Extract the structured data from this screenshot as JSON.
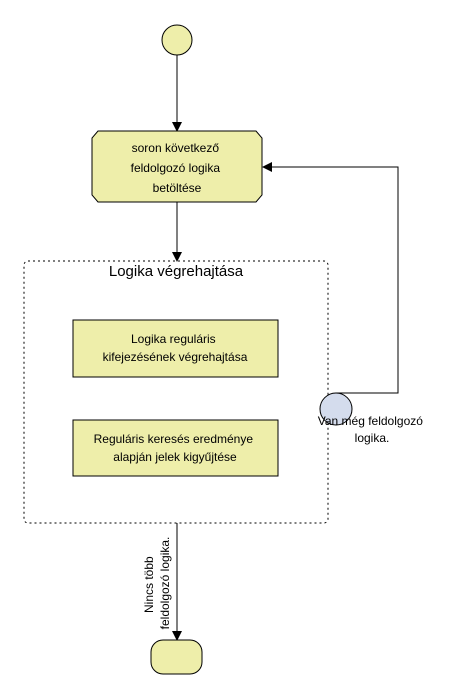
{
  "diagram": {
    "load_step": {
      "lines": [
        "soron következő",
        "feldolgozó logika",
        "betöltése"
      ]
    },
    "execution_group": {
      "title": "Logika végrehajtása"
    },
    "regex_step": {
      "lines": [
        "Logika reguláris",
        "kifejezésének végrehajtása"
      ]
    },
    "collect_step": {
      "lines": [
        "Reguláris keresés eredménye",
        "alapján jelek kigyűjtése"
      ]
    },
    "loop_label": {
      "lines": [
        "Van még feldolgozó",
        "logika."
      ]
    },
    "exit_label": {
      "lines": [
        "Nincs több",
        "feldolgozó logika."
      ]
    }
  },
  "colors": {
    "node_fill": "#eeeeaa",
    "decision_fill": "#d4dced",
    "stroke": "#000000"
  }
}
